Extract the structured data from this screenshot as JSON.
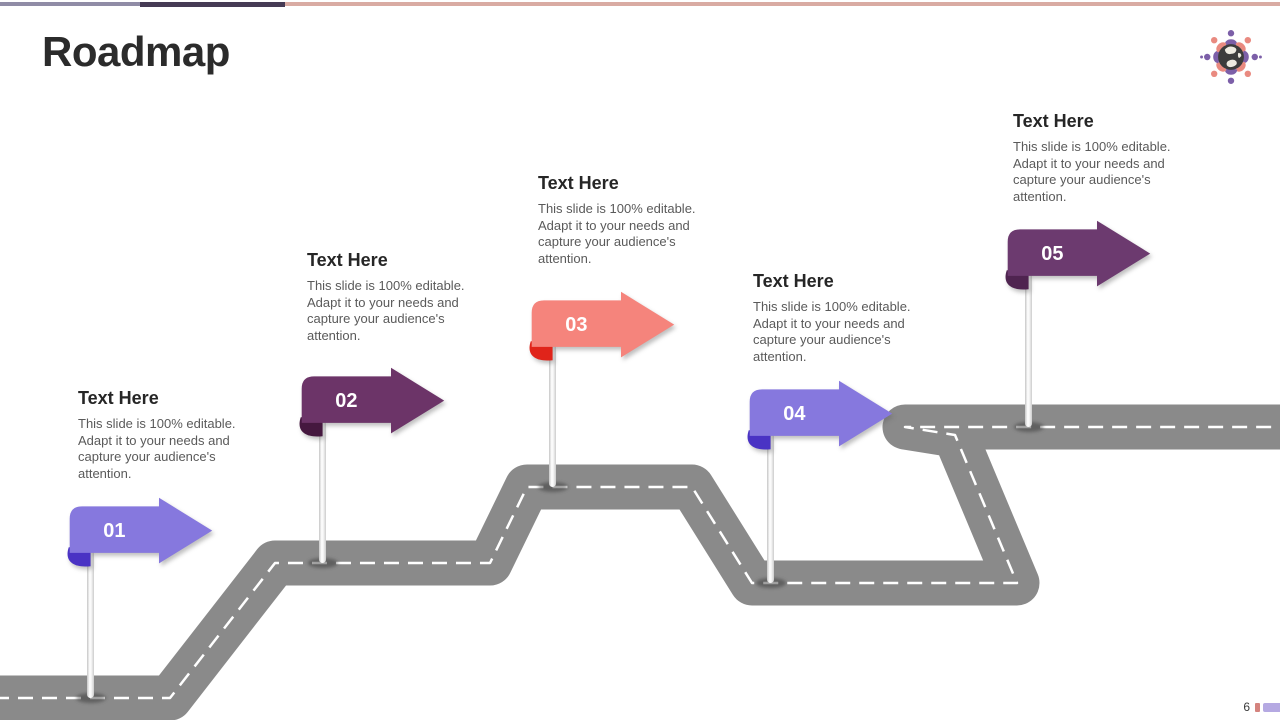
{
  "slide": {
    "title": "Roadmap"
  },
  "topbar": {
    "segment1_color": "#908CA6",
    "segment2_color": "#463B55",
    "segment3_color": "#D9ABA3"
  },
  "logo": {
    "purple": "#7C5FA8",
    "salmon": "#E98A80",
    "globe_color": "#3C3C3C",
    "land_color": "#EDEAE0"
  },
  "road": {
    "color": "#8A8A8A",
    "dash_color": "#FFFFFF"
  },
  "milestones": [
    {
      "label": "01",
      "title": "Text Here",
      "description": "This slide is 100% editable. Adapt it to your needs and capture your audience's attention.",
      "color": "#8678DE",
      "curl_color": "#4A33C4"
    },
    {
      "label": "02",
      "title": "Text Here",
      "description": "This slide is 100% editable. Adapt it to your needs and capture your audience's attention.",
      "color": "#6C3468",
      "curl_color": "#45183F"
    },
    {
      "label": "03",
      "title": "Text Here",
      "description": "This slide is 100% editable. Adapt it to your needs and capture your audience's attention.",
      "color": "#F5847C",
      "curl_color": "#E0241A"
    },
    {
      "label": "04",
      "title": "Text Here",
      "description": "This slide is 100% editable. Adapt it to your needs and capture your audience's attention.",
      "color": "#8678DE",
      "curl_color": "#4A33C4"
    },
    {
      "label": "05",
      "title": "Text Here",
      "description": "This slide is 100% editable. Adapt it to your needs and capture your audience's attention.",
      "color": "#6C3A6F",
      "curl_color": "#4F2450"
    }
  ],
  "footer": {
    "page_number": "6",
    "square_color": "#D4837E",
    "bar_color": "#B5A9E2"
  }
}
